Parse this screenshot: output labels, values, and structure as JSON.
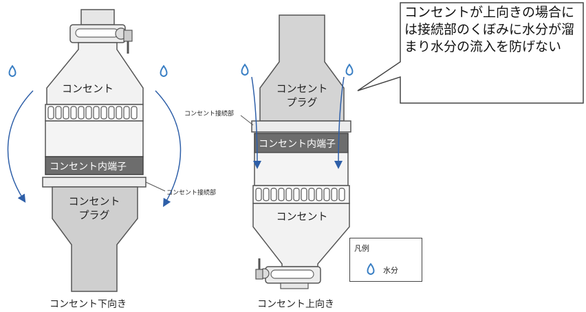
{
  "callout": {
    "text": "コンセントが上向きの場合には接続部のくぼみに水分が溜まり水分の流入を防げない"
  },
  "left_figure": {
    "body_label": "コンセント",
    "inner_terminal_label": "コンセント内端子",
    "plug_label_line1": "コンセント",
    "plug_label_line2": "プラグ",
    "joint_label": "コンセント接続部",
    "caption": "コンセント下向き"
  },
  "right_figure": {
    "plug_label_line1": "コンセント",
    "plug_label_line2": "プラグ",
    "joint_label": "コンセント接続部",
    "inner_terminal_label": "コンセント内端子",
    "body_label": "コンセント",
    "caption": "コンセント上向き"
  },
  "legend": {
    "title": "凡例",
    "item_label": "水分"
  },
  "colors": {
    "line": "#555555",
    "fill_light": "#e4e4e4",
    "fill_plug": "#cfcfcf",
    "terminal_fill": "#6d6d6d",
    "water_drop": "#3a7fc4",
    "arrow": "#2e5fa8"
  },
  "icons": [
    "water-drop-icon",
    "clamp-screw-icon",
    "flow-arrow-icon"
  ]
}
